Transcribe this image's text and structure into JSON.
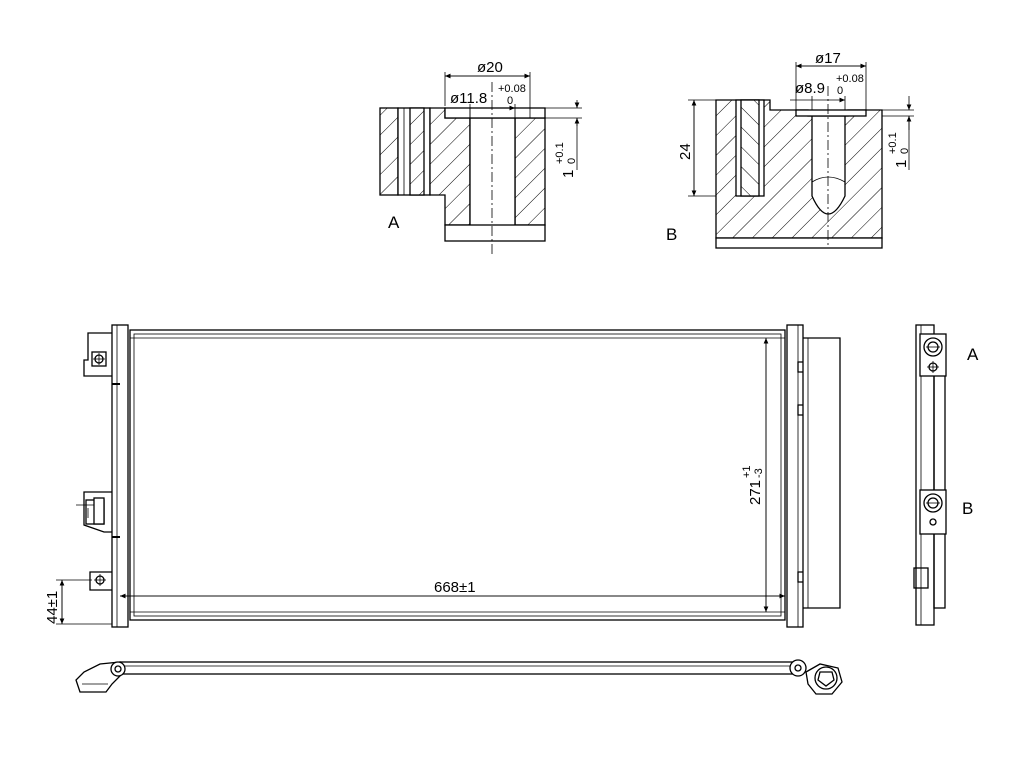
{
  "detail_a": {
    "view_label": "A",
    "outer_dia": "ø20",
    "bore_dia": "ø11.8",
    "bore_tol_upper": "+0.08",
    "bore_tol_lower": "0",
    "depth_base": "1",
    "depth_tol_upper": "+0.1",
    "depth_tol_lower": "0"
  },
  "detail_b": {
    "view_label": "B",
    "outer_dia": "ø17",
    "bore_dia": "ø8.9",
    "bore_tol_upper": "+0.08",
    "bore_tol_lower": "0",
    "height": "24",
    "depth_base": "1",
    "depth_tol_upper": "+0.1",
    "depth_tol_lower": "0"
  },
  "front_view": {
    "width_dim": "668±1",
    "height_base": "271",
    "height_tol_upper": "+1",
    "height_tol_lower": "-3",
    "offset_dim": "44±1"
  },
  "side_view": {
    "label_a": "A",
    "label_b": "B"
  }
}
